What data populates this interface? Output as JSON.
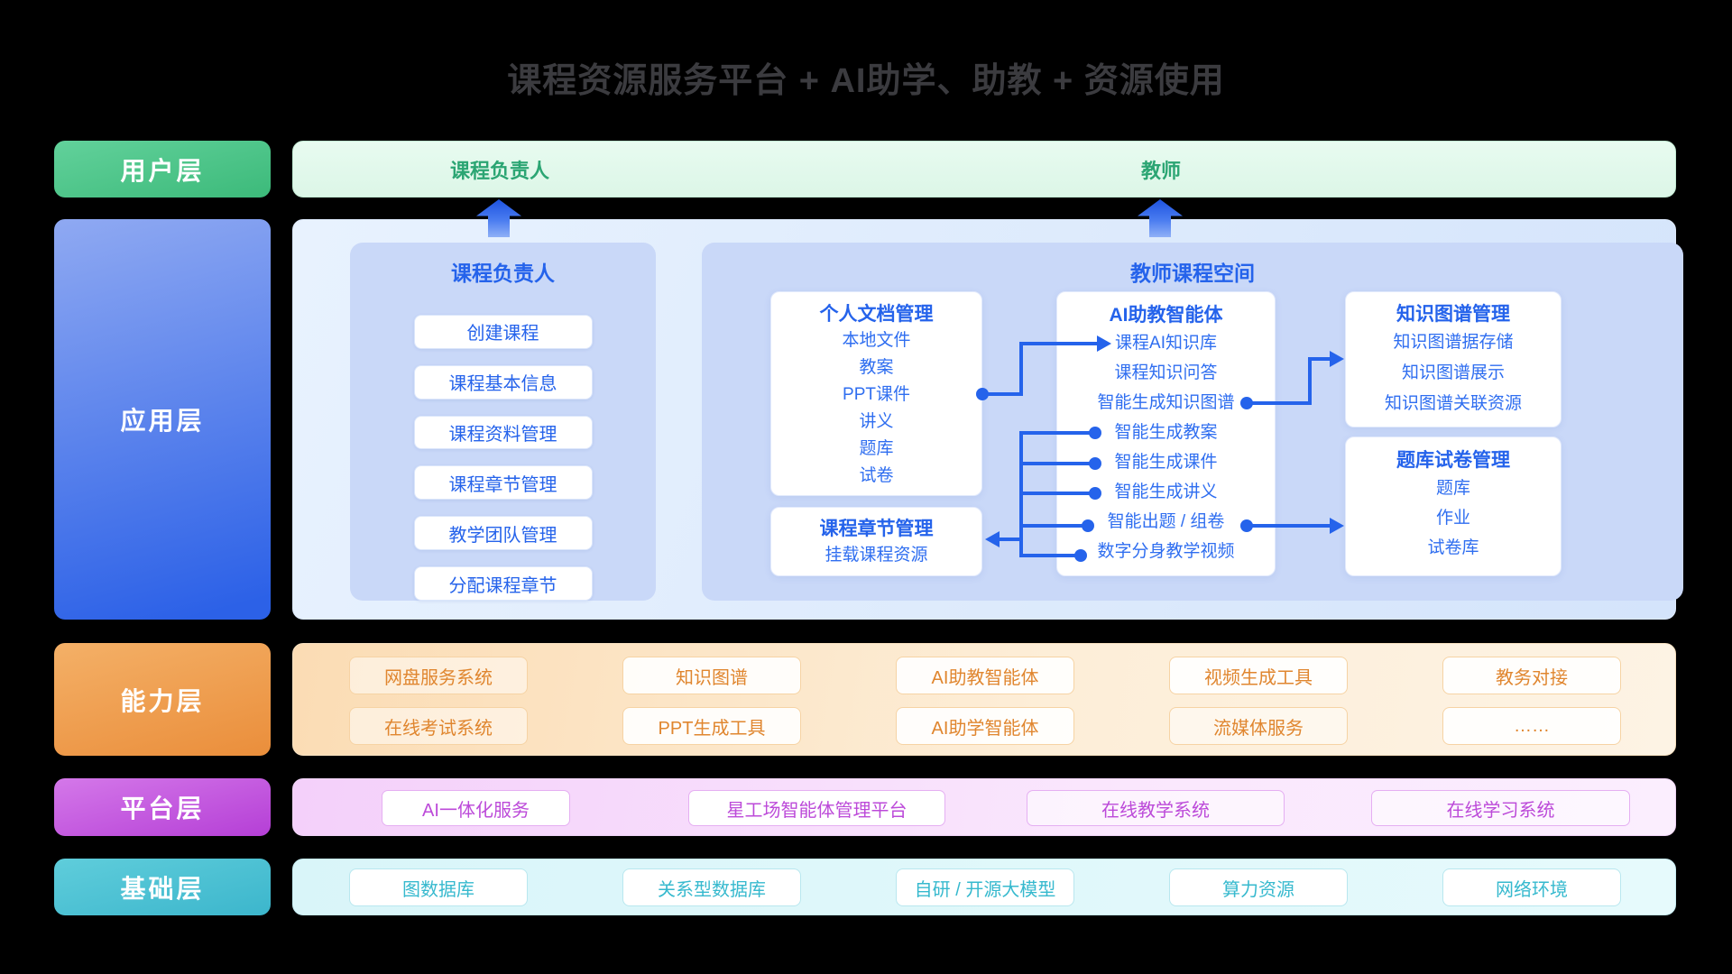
{
  "title": "课程资源服务平台 + AI助学、助教 + 资源使用",
  "colors": {
    "accent_blue": "#2563eb",
    "user_green": "#3cba7a",
    "capability_orange": "#ea8e3b",
    "platform_purple": "#b53fd6",
    "foundation_teal": "#3cb6cc"
  },
  "user_layer": {
    "label": "用户层",
    "roles": [
      "课程负责人",
      "教师"
    ]
  },
  "app_layer": {
    "label": "应用层",
    "leader_panel": {
      "title": "课程负责人",
      "buttons": [
        "创建课程",
        "课程基本信息",
        "课程资料管理",
        "课程章节管理",
        "教学团队管理",
        "分配课程章节"
      ]
    },
    "teacher_panel": {
      "title": "教师课程空间",
      "doc_card": {
        "title": "个人文档管理",
        "items": [
          "本地文件",
          "教案",
          "PPT课件",
          "讲义",
          "题库",
          "试卷"
        ]
      },
      "chapter_card": {
        "title": "课程章节管理",
        "items": [
          "挂载课程资源"
        ]
      },
      "ai_card": {
        "title": "AI助教智能体",
        "items": [
          "课程AI知识库",
          "课程知识问答",
          "智能生成知识图谱",
          "智能生成教案",
          "智能生成课件",
          "智能生成讲义",
          "智能出题 / 组卷",
          "数字分身教学视频"
        ]
      },
      "kg_card": {
        "title": "知识图谱管理",
        "items": [
          "知识图谱据存储",
          "知识图谱展示",
          "知识图谱关联资源"
        ]
      },
      "quiz_card": {
        "title": "题库试卷管理",
        "items": [
          "题库",
          "作业",
          "试卷库"
        ]
      }
    }
  },
  "capability_layer": {
    "label": "能力层",
    "row1": [
      "网盘服务系统",
      "知识图谱",
      "AI助教智能体",
      "视频生成工具",
      "教务对接"
    ],
    "row2": [
      "在线考试系统",
      "PPT生成工具",
      "AI助学智能体",
      "流媒体服务",
      "……"
    ]
  },
  "platform_layer": {
    "label": "平台层",
    "items": [
      "AI一体化服务",
      "星工场智能体管理平台",
      "在线教学系统",
      "在线学习系统"
    ]
  },
  "foundation_layer": {
    "label": "基础层",
    "items": [
      "图数据库",
      "关系型数据库",
      "自研 / 开源大模型",
      "算力资源",
      "网络环境"
    ]
  }
}
